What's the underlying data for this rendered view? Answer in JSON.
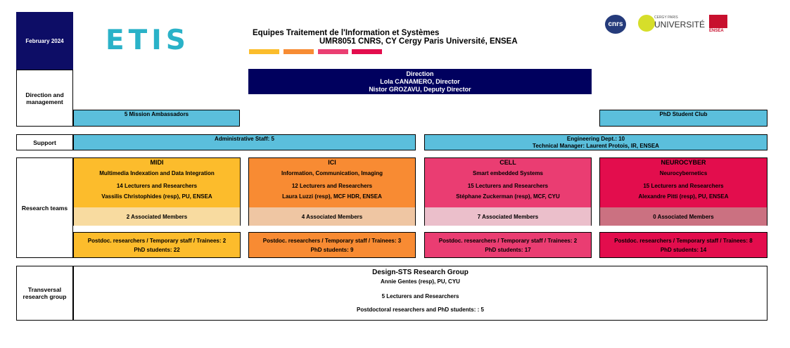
{
  "header": {
    "date": "February 2024",
    "logo_text": "ETIS",
    "title_line1": "Equipes Traitement de l'Information et Systèmes",
    "title_line2": "UMR8051 CNRS, CY Cergy Paris Université, ENSEA",
    "strip_colors": [
      "#fbbd2c",
      "#f78c34",
      "#ea3f72",
      "#e30d4d"
    ],
    "partner_logos": {
      "cnrs": "cnrs",
      "cy_small": "CERGY PARIS",
      "cy": "UNIVERSITÉ",
      "ensea": "ENSEA"
    }
  },
  "rows": {
    "direction": "Direction and management",
    "support": "Support",
    "research": "Research teams",
    "transversal": "Transversal research group"
  },
  "direction": {
    "title": "Direction",
    "director": "Lola CANAMERO, Director",
    "deputy": "Nistor GROZAVU, Deputy Director"
  },
  "ambassadors": "5 Mission Ambassadors",
  "phd_club": "PhD Student Club",
  "admin_staff": "Administrative Staff: 5",
  "engineering": {
    "line1": "Engineering Dept.: 10",
    "line2": "Technical Manager: Laurent Protois, IR, ENSEA"
  },
  "teams": [
    {
      "name": "MIDI",
      "subtitle": "Multimedia Indexation and Data Integration",
      "lecturers": "14 Lecturers and Researchers",
      "lead": "Vassilis Christophides  (resp), PU, ENSEA",
      "associated": "2 Associated Members",
      "postdoc": "Postdoc. researchers / Temporary staff / Trainees: 2",
      "phd": "PhD students: 22",
      "color": "#fcbc2c",
      "assoc_color": "#f8dba0"
    },
    {
      "name": "ICI",
      "subtitle": "Information, Communication, Imaging",
      "lecturers": "12 Lecturers and Researchers",
      "lead": "Laura Luzzi (resp), MCF HDR, ENSEA",
      "associated": "4 Associated Members",
      "postdoc": "Postdoc. researchers / Temporary staff / Trainees: 3",
      "phd": "PhD students: 9",
      "color": "#f88b33",
      "assoc_color": "#efc6a3"
    },
    {
      "name": "CELL",
      "subtitle": "Smart embedded Systems",
      "lecturers": "15 Lecturers and Researchers",
      "lead": "Stéphane Zuckerman (resp), MCF, CYU",
      "associated": "7 Associated Members",
      "postdoc": "Postdoc. researchers / Temporary staff / Trainees: 2",
      "phd": "PhD students: 17",
      "color": "#ea3d72",
      "assoc_color": "#ebbfcb"
    },
    {
      "name": "NEUROCYBER",
      "subtitle": "Neurocybernetics",
      "lecturers": "15 Lecturers and Researchers",
      "lead": "Alexandre Pitti (resp), PU, ENSEA",
      "associated": "0 Associated Members",
      "postdoc": "Postdoc. researchers / Temporary staff / Trainees: 8",
      "phd": "PhD students: 14",
      "color": "#e30d4d",
      "assoc_color": "#cb7181"
    }
  ],
  "transversal": {
    "title": "Design-STS Research Group",
    "lead": "Annie Gentes (resp), PU, CYU",
    "lecturers": "5 Lecturers and Researchers",
    "postdocs": "Postdoctoral researchers and PhD students:  : 5"
  }
}
